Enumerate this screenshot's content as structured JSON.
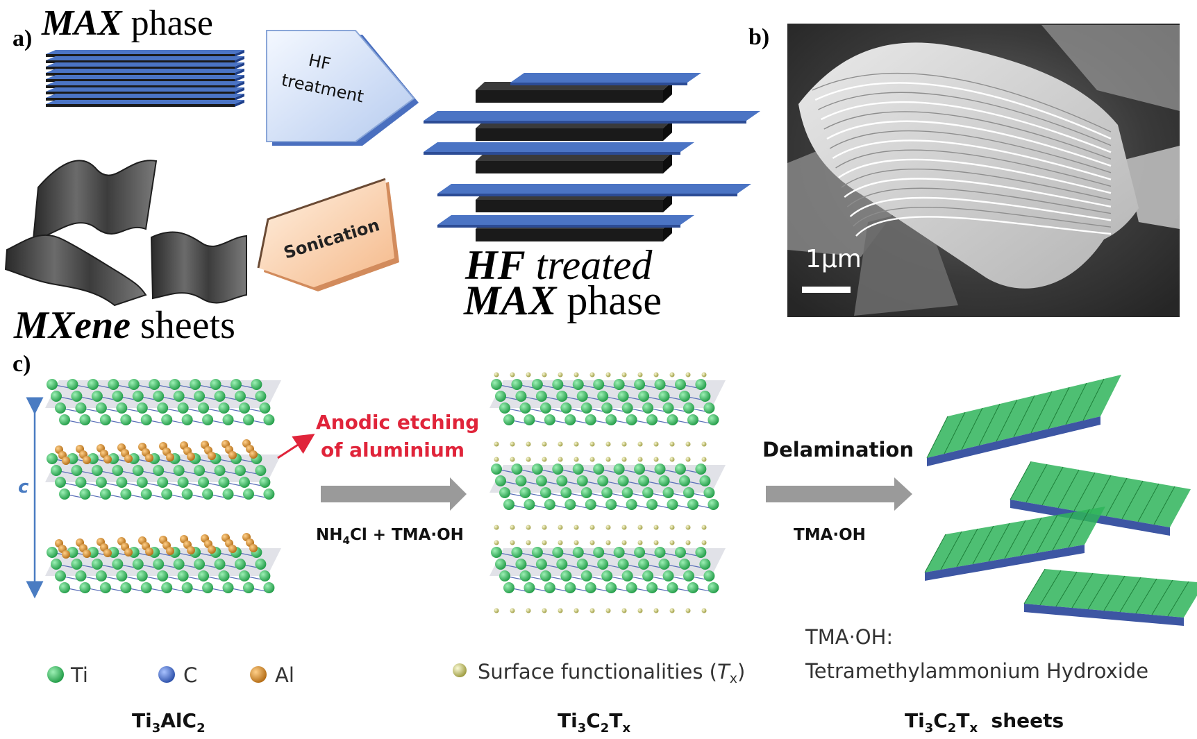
{
  "panel_a": {
    "label": "a)",
    "max_phase": {
      "bold": "MAX",
      "rest": " phase"
    },
    "hf_arrow": {
      "line1": "HF",
      "line2": "treatment"
    },
    "sonication_arrow": {
      "text": "Sonication"
    },
    "hf_treated": {
      "line1_bold": "HF",
      "line1_rest": " treated",
      "line2_bold": "MAX",
      "line2_rest": " phase"
    },
    "mxene": {
      "bold": "MXene",
      "rest": " sheets"
    }
  },
  "panel_b": {
    "label": "b)",
    "scale_bar": "1µm"
  },
  "panel_c": {
    "label": "c)",
    "axis_c": "c",
    "etching": {
      "line1": "Anodic etching",
      "line2": "of aluminium"
    },
    "reagent1": {
      "p1": "NH",
      "s1": "4",
      "p2": "Cl + TMA·OH"
    },
    "delamination": "Delamination",
    "reagent2": "TMA·OH",
    "legend": [
      {
        "symbol": "•",
        "label": "Ti",
        "color": "#2fb45a"
      },
      {
        "symbol": "•",
        "label": "C",
        "color": "#3a62c8"
      },
      {
        "symbol": "•",
        "label": "Al",
        "color": "#d9881e"
      }
    ],
    "surface": {
      "text": "Surface functionalities (",
      "italic": "T",
      "sub": "x",
      "close": ")",
      "color": "#c9c76a"
    },
    "tma_def": {
      "line1": "TMA·OH:",
      "line2": "Tetramethylammonium Hydroxide"
    },
    "formula1": {
      "a": "Ti",
      "a_sub": "3",
      "b": "AlC",
      "b_sub": "2"
    },
    "formula2": {
      "a": "Ti",
      "a_sub": "3",
      "b": "C",
      "b_sub": "2",
      "c": "T",
      "c_sub": "x"
    },
    "formula3": {
      "a": "Ti",
      "a_sub": "3",
      "b": "C",
      "b_sub": "2",
      "c": "T",
      "c_sub": "x",
      "tail": "  sheets"
    }
  },
  "colors": {
    "sheet_blue": "#4b74c4",
    "sheet_black": "#1a1a1a",
    "ti_green": "#2fb45a",
    "carbon_blue": "#3a62c8",
    "al_orange": "#d9881e",
    "etch_red": "#e0243a",
    "axis_blue": "#4a7cc2",
    "gray_arrow": "#9a9a9a"
  }
}
